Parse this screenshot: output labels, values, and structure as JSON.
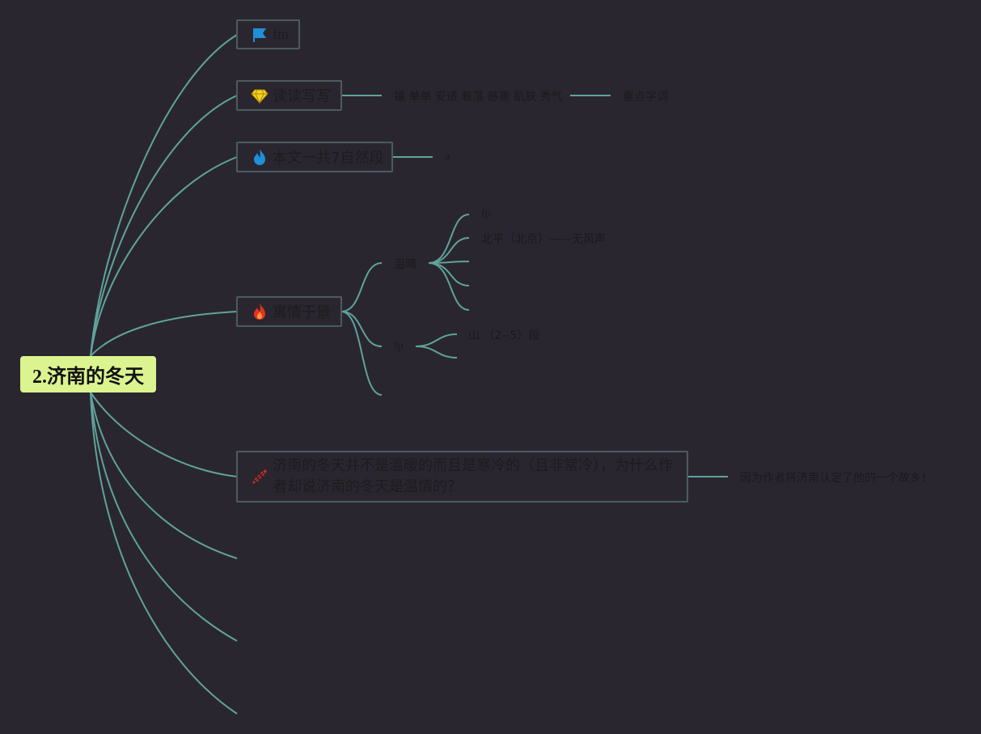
{
  "mindmap": {
    "root": "2.济南的冬天",
    "topics": {
      "fm": {
        "label": "fm",
        "icon": "flag-icon"
      },
      "dudu": {
        "label": "读读写写",
        "icon": "diamond-icon",
        "detail": "镶 单单 安适 着落 慈善 肌肤 秀气",
        "detail_note": "重点字词"
      },
      "duan": {
        "label": "本文一共7自然段",
        "icon": "blue-flame-icon",
        "detail": "a"
      },
      "yuqing": {
        "label": "寓情于景",
        "icon": "red-flame-icon",
        "branch_wenqing": {
          "label": "温晴",
          "items": [
            "fp",
            "北平（北京）——无风声"
          ]
        },
        "branch_fp": {
          "label": "fp",
          "items": [
            "山 （2--5）段"
          ]
        }
      },
      "question": {
        "label": "济南的冬天并不是温暖的而且是寒冷的（且非常冷），为什么作者却说济南的冬天是温情的？",
        "icon": "red-pencil-icon",
        "answer": "因为作者将济南认定了他的一个故乡！"
      }
    },
    "colors": {
      "background": "#2a2630",
      "line": "#5fa39a",
      "root_fill": "#dbf48f",
      "topic_border": "#4a5c60"
    }
  }
}
